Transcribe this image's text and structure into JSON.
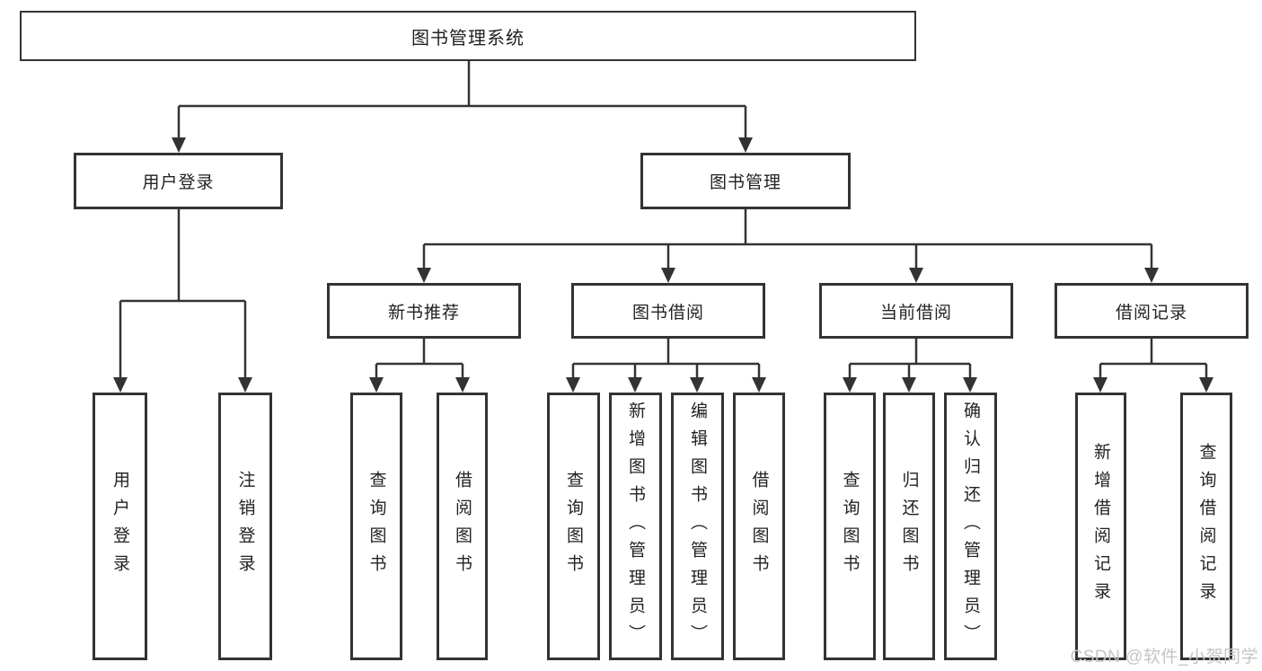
{
  "root": {
    "label": "图书管理系统"
  },
  "level2": {
    "user_login": {
      "label": "用户登录"
    },
    "book_mgmt": {
      "label": "图书管理"
    }
  },
  "level3": {
    "new_books": {
      "label": "新书推荐"
    },
    "book_borrow": {
      "label": "图书借阅"
    },
    "current_borrow": {
      "label": "当前借阅"
    },
    "borrow_records": {
      "label": "借阅记录"
    }
  },
  "leaves": {
    "user_login": {
      "label": "用户登录"
    },
    "logout": {
      "label": "注销登录"
    },
    "nb_query_books": {
      "label": "查询图书"
    },
    "nb_borrow_books": {
      "label": "借阅图书"
    },
    "bw_query_books": {
      "label": "查询图书"
    },
    "bw_add_books": {
      "label": "新增图书（管理员）"
    },
    "bw_edit_books": {
      "label": "编辑图书（管理员）"
    },
    "bw_borrow_books": {
      "label": "借阅图书"
    },
    "cb_query_books": {
      "label": "查询图书"
    },
    "cb_return_books": {
      "label": "归还图书"
    },
    "cb_confirm_return": {
      "label": "确认归还（管理员）"
    },
    "rec_add": {
      "label": "新增借阅记录"
    },
    "rec_query": {
      "label": "查询借阅记录"
    }
  },
  "watermark": {
    "text": "CSDN @软件_小贺同学"
  },
  "colors": {
    "line": "#333333",
    "box_border": "#333333",
    "text": "#222222",
    "watermark": "#c5c5c5",
    "background": "#ffffff"
  }
}
